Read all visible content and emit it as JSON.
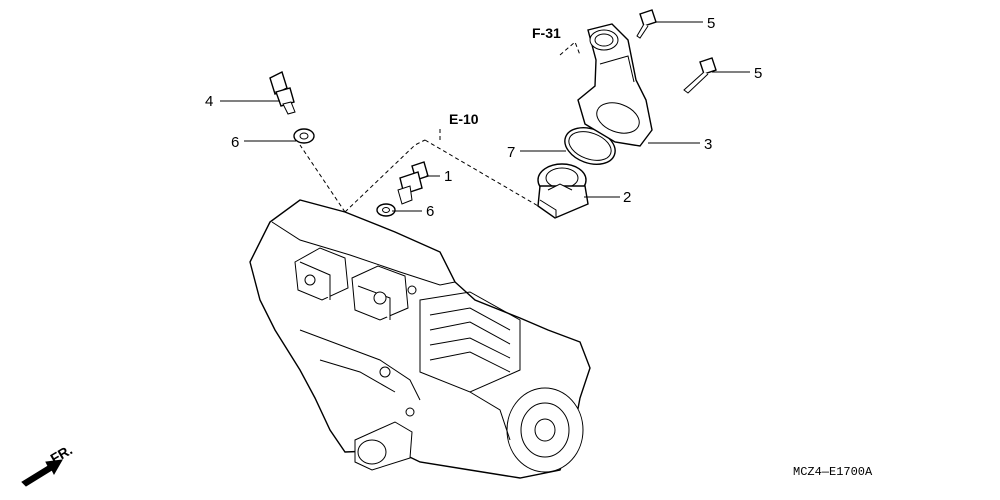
{
  "diagram": {
    "code": "MCZ4—E1700A",
    "front_label": "FR.",
    "refs": {
      "e10": "E-10",
      "f31": "F-31"
    },
    "callouts": [
      {
        "id": "c1",
        "label": "1"
      },
      {
        "id": "c2",
        "label": "2"
      },
      {
        "id": "c3",
        "label": "3"
      },
      {
        "id": "c4",
        "label": "4"
      },
      {
        "id": "c5a",
        "label": "5"
      },
      {
        "id": "c5b",
        "label": "5"
      },
      {
        "id": "c6a",
        "label": "6"
      },
      {
        "id": "c6b",
        "label": "6"
      },
      {
        "id": "c7",
        "label": "7"
      }
    ]
  }
}
